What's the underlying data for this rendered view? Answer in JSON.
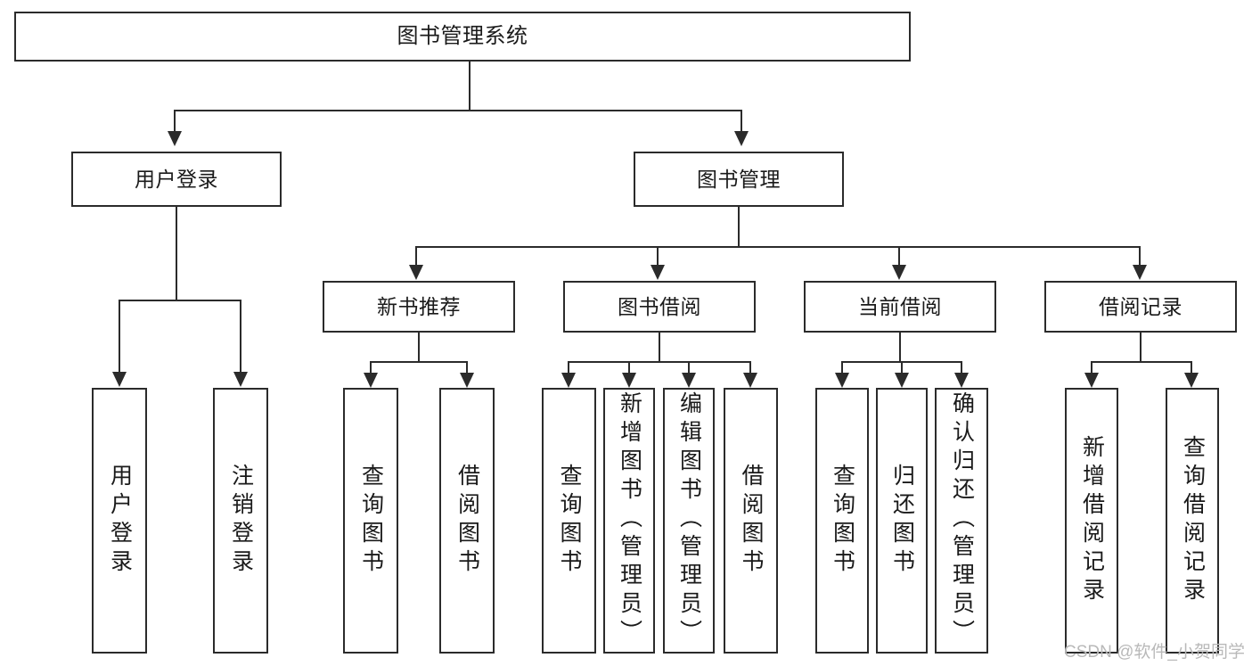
{
  "diagram": {
    "title": "图书管理系统",
    "type": "function-structure-tree",
    "root": {
      "label": "图书管理系统"
    },
    "level2": [
      {
        "label": "用户登录"
      },
      {
        "label": "图书管理"
      }
    ],
    "level3": [
      {
        "label": "新书推荐"
      },
      {
        "label": "图书借阅"
      },
      {
        "label": "当前借阅"
      },
      {
        "label": "借阅记录"
      }
    ],
    "leaves": {
      "user_login": [
        {
          "label": "用户登录"
        },
        {
          "label": "注销登录"
        }
      ],
      "new_book_recommend": [
        {
          "label": "查询图书"
        },
        {
          "label": "借阅图书"
        }
      ],
      "book_borrow": [
        {
          "label": "查询图书"
        },
        {
          "label": "新增图书（管理员）"
        },
        {
          "label": "编辑图书（管理员）"
        },
        {
          "label": "借阅图书"
        }
      ],
      "current_borrow": [
        {
          "label": "查询图书"
        },
        {
          "label": "归还图书"
        },
        {
          "label": "确认归还（管理员）"
        }
      ],
      "borrow_record": [
        {
          "label": "新增借阅记录"
        },
        {
          "label": "查询借阅记录"
        }
      ]
    }
  },
  "watermark": {
    "text": "CSDN @软件_小贺同学"
  },
  "colors": {
    "stroke": "#2b2b2b",
    "background": "#ffffff",
    "text": "#1a1a1a",
    "watermark": "#b9b9b9"
  }
}
